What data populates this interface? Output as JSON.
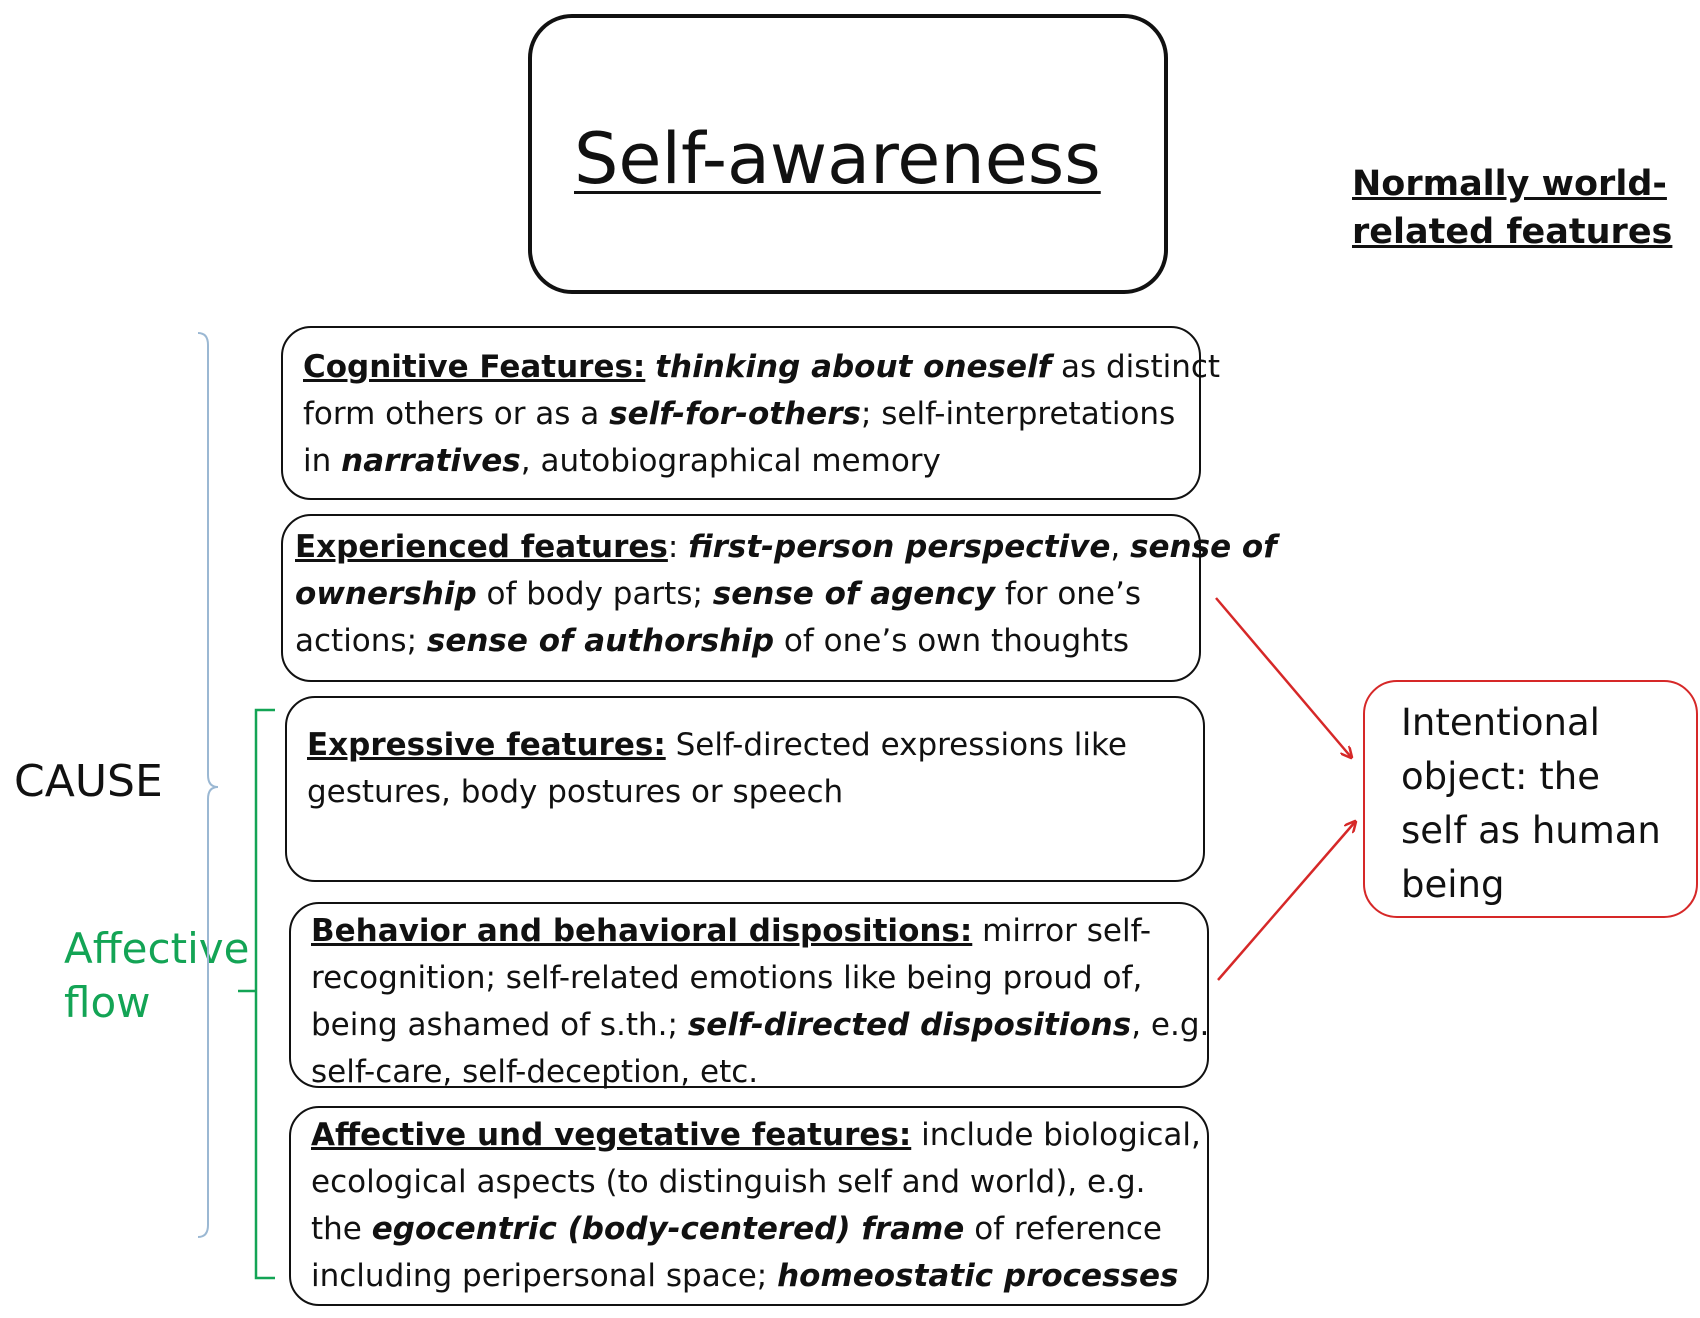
{
  "title": "Self-awareness",
  "side_heading": "Normally world-\nrelated features",
  "cause_label": "CAUSE",
  "affective_label": "Affective\nflow",
  "intentional_object": "Intentional\nobject: the\nself as human\nbeing",
  "features": [
    {
      "label": "Cognitive Features:",
      "lines": [
        [
          {
            "t": " "
          },
          {
            "t": "thinking about oneself",
            "em": true
          },
          {
            "t": " as distinct"
          }
        ],
        [
          {
            "t": "form others or as a "
          },
          {
            "t": "self-for-others",
            "em": true
          },
          {
            "t": ";  self-interpretations"
          }
        ],
        [
          {
            "t": "in "
          },
          {
            "t": "narratives",
            "em": true
          },
          {
            "t": ", autobiographical memory"
          }
        ]
      ]
    },
    {
      "label": "Experienced features",
      "lines": [
        [
          {
            "t": ": "
          },
          {
            "t": "first-person perspective",
            "em": true
          },
          {
            "t": ", "
          },
          {
            "t": "sense of",
            "em": true
          }
        ],
        [
          {
            "t": "ownership",
            "em": true
          },
          {
            "t": " of body parts; "
          },
          {
            "t": "sense of agency",
            "em": true
          },
          {
            "t": " for one’s"
          }
        ],
        [
          {
            "t": "actions; "
          },
          {
            "t": "sense of authorship",
            "em": true
          },
          {
            "t": " of one’s own thoughts"
          }
        ]
      ]
    },
    {
      "label": "Expressive features:",
      "lines": [
        [
          {
            "t": " Self-directed expressions like"
          }
        ],
        [
          {
            "t": "gestures, body postures or speech"
          }
        ]
      ]
    },
    {
      "label": "Behavior and behavioral dispositions:",
      "lines": [
        [
          {
            "t": "  mirror self-"
          }
        ],
        [
          {
            "t": "recognition; self-related emotions like being proud of,"
          }
        ],
        [
          {
            "t": "being ashamed of s.th.; "
          },
          {
            "t": "self-directed dispositions",
            "em": true
          },
          {
            "t": ", e.g."
          }
        ],
        [
          {
            "t": "self-care, self-deception, etc."
          }
        ]
      ]
    },
    {
      "label": "Affective und vegetative features:",
      "lines": [
        [
          {
            "t": " include biological,"
          }
        ],
        [
          {
            "t": "ecological aspects (to distinguish self and world), e.g."
          }
        ],
        [
          {
            "t": "the "
          },
          {
            "t": "egocentric (body-centered) frame",
            "em": true
          },
          {
            "t": " of reference"
          }
        ],
        [
          {
            "t": "including peripersonal space; "
          },
          {
            "t": "homeostatic processes",
            "em": true
          }
        ]
      ]
    }
  ],
  "colors": {
    "cause_bracket": "#9bb8d3",
    "affective": "#13a455",
    "arrows": "#d62828",
    "object_border": "#d62828"
  }
}
